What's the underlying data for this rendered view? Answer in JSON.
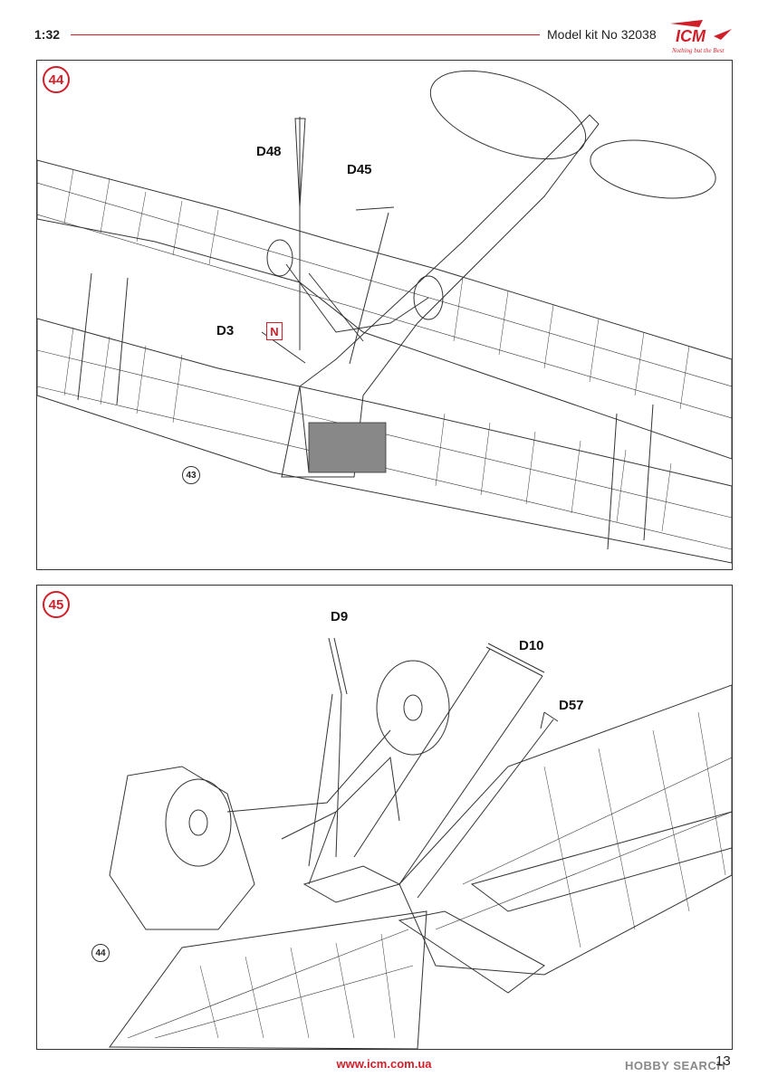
{
  "header": {
    "scale": "1:32",
    "kit_number": "Model kit No 32038",
    "logo_text": "ICM",
    "logo_tagline": "Nothing but the Best"
  },
  "steps": [
    {
      "number": "44",
      "labels": {
        "d48": "D48",
        "d45": "D45",
        "d3": "D3",
        "n": "N"
      },
      "reference": "43"
    },
    {
      "number": "45",
      "labels": {
        "d9": "D9",
        "d10": "D10",
        "d57": "D57"
      },
      "reference": "44"
    }
  ],
  "footer": {
    "url": "www.icm.com.ua",
    "page_number": "13",
    "watermark": "HOBBY SEARCH"
  },
  "colors": {
    "accent": "#d11f2a",
    "line": "#333333"
  }
}
